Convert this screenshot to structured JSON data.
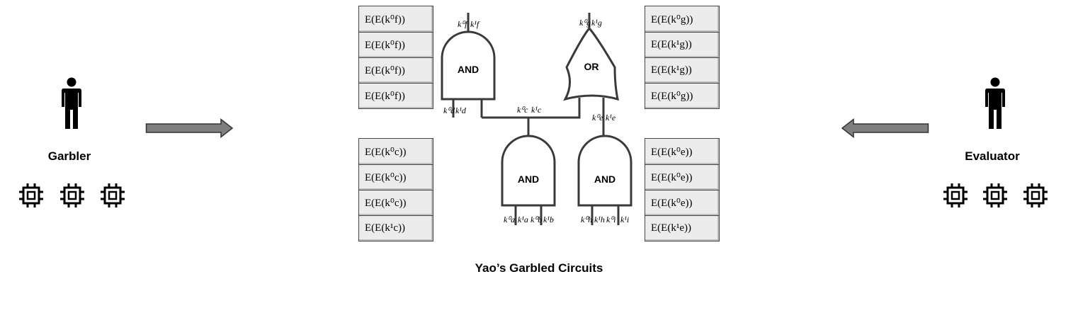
{
  "caption": "Yao’s Garbled Circuits",
  "garbler": {
    "label": "Garbler"
  },
  "evaluator": {
    "label": "Evaluator"
  },
  "gates": {
    "and_top": "AND",
    "or_top": "OR",
    "and_bottom_left": "AND",
    "and_bottom_right": "AND"
  },
  "keys": {
    "f0": "k⁰f",
    "f1": "k¹f",
    "g0": "k⁰g",
    "g1": "k¹g",
    "d0": "k⁰d",
    "d1": "k¹d",
    "c0": "k⁰c",
    "c1": "k¹c",
    "e0": "k⁰e",
    "e1": "k¹e",
    "a0": "k⁰a",
    "a1": "k¹a",
    "b0": "k⁰b",
    "b1": "k¹b",
    "h0": "k⁰h",
    "h1": "k¹h",
    "i0": "k⁰i",
    "i1": "k¹i"
  },
  "tables": {
    "top_left": [
      "E(E(k⁰f))",
      "E(E(k⁰f))",
      "E(E(k⁰f))",
      "E(E(k⁰f))"
    ],
    "top_right": [
      "E(E(k⁰g))",
      "E(E(k¹g))",
      "E(E(k¹g))",
      "E(E(k⁰g))"
    ],
    "bottom_left": [
      "E(E(k⁰c))",
      "E(E(k⁰c))",
      "E(E(k⁰c))",
      "E(E(k¹c))"
    ],
    "bottom_right": [
      "E(E(k⁰e))",
      "E(E(k⁰e))",
      "E(E(k⁰e))",
      "E(E(k¹e))"
    ]
  },
  "colors": {
    "arrow_fill": "#7f7f7f",
    "table_fill": "#ececec",
    "ink": "#000000"
  }
}
